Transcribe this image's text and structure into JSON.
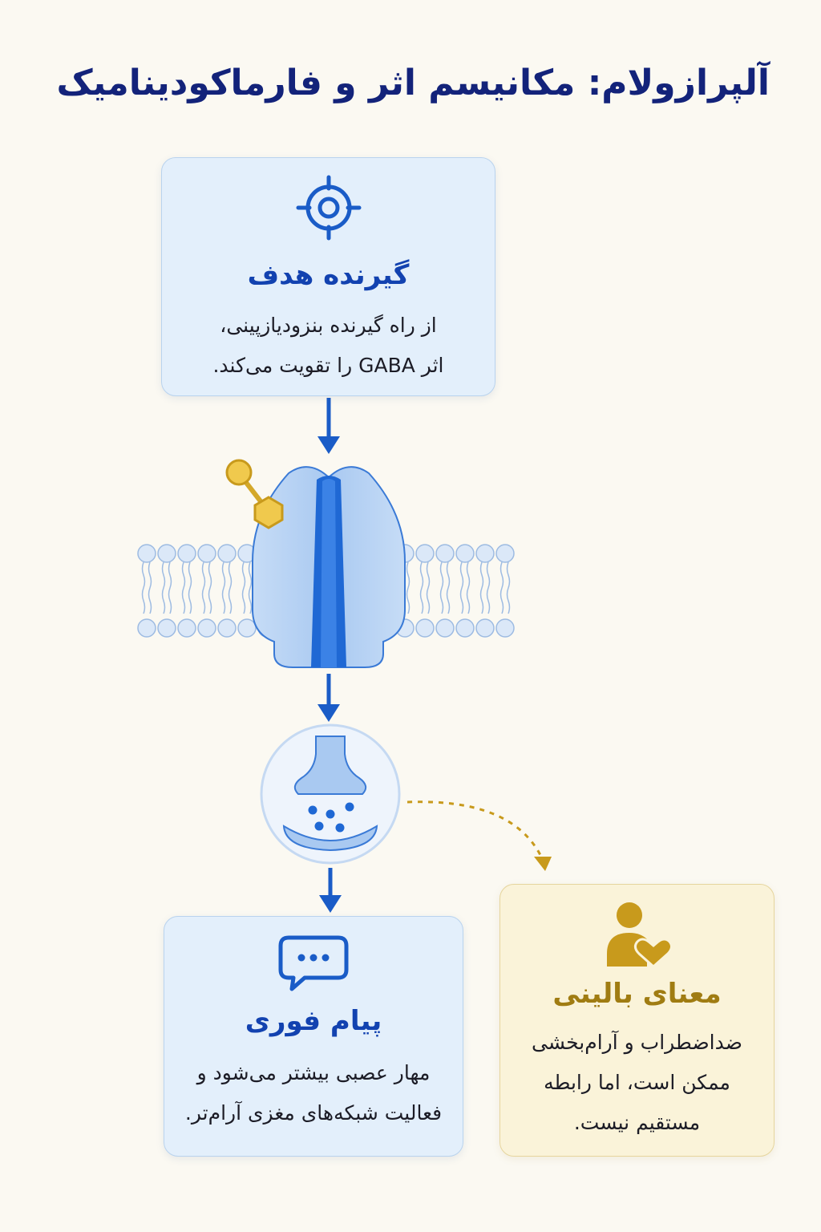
{
  "title": "آلپرازولام: مکانیسم اثر و فارماکودینامیک",
  "colors": {
    "background": "#fbf9f2",
    "title": "#13237a",
    "primary_blue": "#1a5cc7",
    "card_blue": "#e3effb",
    "card_gold": "#faf3d9",
    "gold": "#c89a1c"
  },
  "cards": {
    "target": {
      "icon": "target-icon",
      "heading": "گیرنده هدف",
      "line1": "از راه گیرنده بنزودیازپینی،",
      "line2": "اثر GABA را تقویت می‌کند."
    },
    "message": {
      "icon": "chat-bubble-icon",
      "heading": "پیام فوری",
      "line1": "مهار عصبی بیشتر می‌شود و",
      "line2": "فعالیت شبکه‌های مغزی آرام‌تر."
    },
    "clinical": {
      "icon": "person-heart-icon",
      "heading": "معنای بالینی",
      "line1": "ضداضطراب و آرام‌بخشی",
      "line2": "ممکن است، اما رابطه",
      "line3": "مستقیم نیست."
    }
  },
  "illustrations": {
    "receptor": "gaba-receptor-channel-icon",
    "drug": "drug-molecule-icon",
    "membrane": "lipid-bilayer-icon",
    "synapse": "synapse-icon"
  }
}
